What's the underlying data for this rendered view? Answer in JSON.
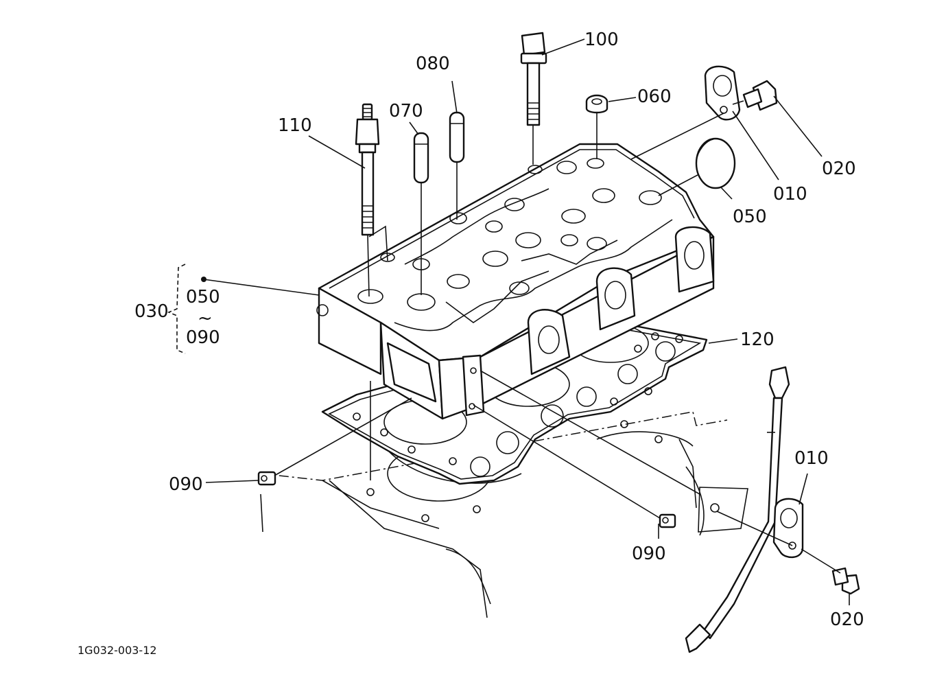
{
  "labels": {
    "p100": "100",
    "p080": "080",
    "p070": "070",
    "p060": "060",
    "p110": "110",
    "p020_top": "020",
    "p010_top": "010",
    "p050": "050",
    "p030": "030",
    "p030_from": "050",
    "p030_tilde": "~",
    "p030_to": "090",
    "p120": "120",
    "p010_bottom": "010",
    "p090_left": "090",
    "p090_bottom": "090",
    "p020_bottom": "020"
  },
  "figure_ref": "1G032-003-12"
}
